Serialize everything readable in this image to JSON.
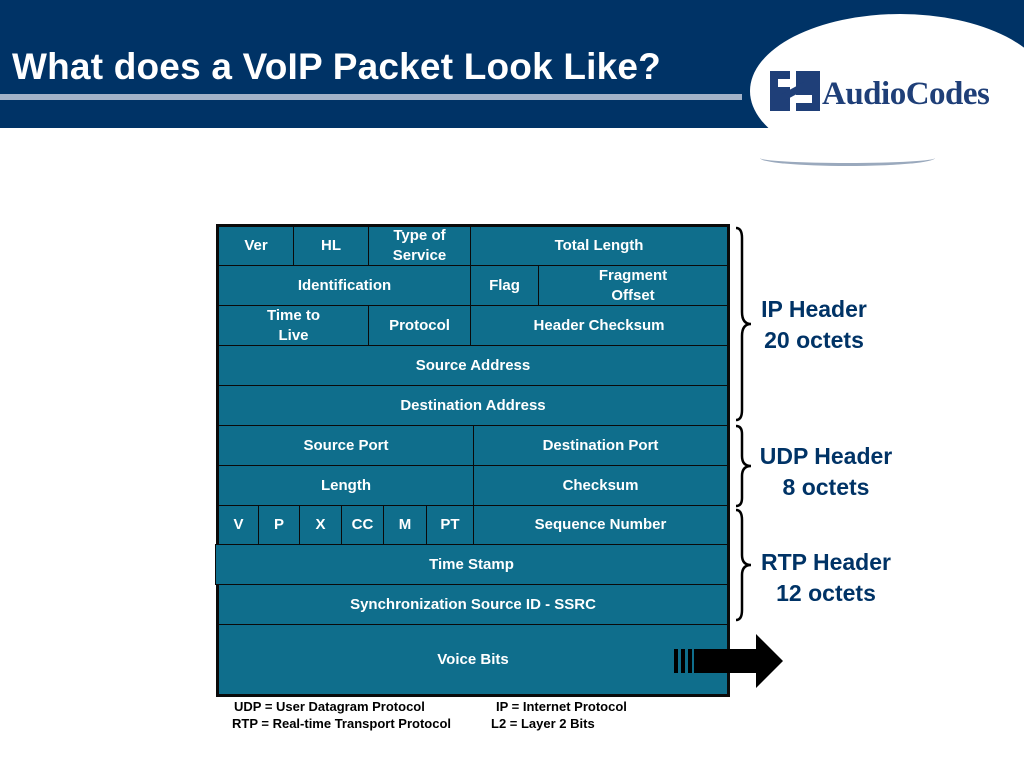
{
  "slide": {
    "title": "What does a VoIP Packet Look Like?",
    "logo_text": "AudioCodes"
  },
  "packet": {
    "ip": {
      "ver": "Ver",
      "hl": "HL",
      "type_of_service": "Type of\nService",
      "total_length": "Total Length",
      "identification": "Identification",
      "flag": "Flag",
      "fragment_offset": "Fragment\nOffset",
      "time_to_live": "Time to\nLive",
      "protocol": "Protocol",
      "header_checksum": "Header Checksum",
      "source_address": "Source Address",
      "destination_address": "Destination Address"
    },
    "udp": {
      "source_port": "Source Port",
      "destination_port": "Destination Port",
      "length": "Length",
      "checksum": "Checksum"
    },
    "rtp": {
      "v": "V",
      "p": "P",
      "x": "X",
      "cc": "CC",
      "m": "M",
      "pt": "PT",
      "sequence_number": "Sequence Number",
      "time_stamp": "Time Stamp",
      "ssrc": "Synchronization Source ID - SSRC"
    },
    "payload": "Voice Bits"
  },
  "headers": {
    "ip": {
      "name": "IP Header",
      "size": "20 octets"
    },
    "udp": {
      "name": "UDP Header",
      "size": "8 octets"
    },
    "rtp": {
      "name": "RTP Header",
      "size": "12 octets"
    }
  },
  "legend": {
    "udp": "UDP = User Datagram Protocol",
    "ip": "IP = Internet Protocol",
    "rtp": "RTP = Real-time Transport Protocol",
    "l2": "L2 = Layer 2 Bits"
  },
  "colors": {
    "banner": "#003366",
    "cell_fill": "#0f6e8c",
    "header_label": "#003366"
  }
}
